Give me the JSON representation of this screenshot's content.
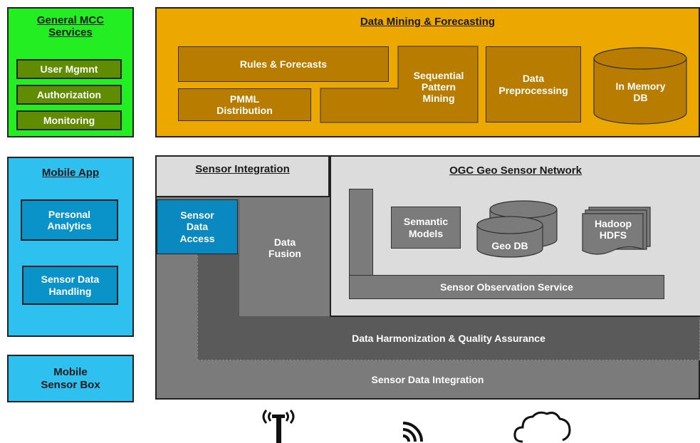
{
  "general_mcc": {
    "title": "General MCC\nServices",
    "items": [
      "User Mgmnt",
      "Authorization",
      "Monitoring"
    ]
  },
  "data_mining": {
    "title": "Data Mining & Forecasting",
    "rules": "Rules & Forecasts",
    "pmml": "PMML\nDistribution",
    "sequential": "Sequential\nPattern\nMining",
    "preprocessing": "Data\nPreprocessing",
    "in_memory_db": "In Memory\nDB"
  },
  "mobile_app": {
    "title": "Mobile App",
    "items": [
      "Personal\nAnalytics",
      "Sensor Data\nHandling"
    ]
  },
  "mobile_sensor_box": "Mobile\nSensor Box",
  "sensor_integration": {
    "title": "Sensor Integration",
    "access": "Sensor\nData\nAccess",
    "fusion": "Data\nFusion"
  },
  "ogc": {
    "title": "OGC Geo Sensor Network",
    "semantic": "Semantic\nModels",
    "geo_db": "Geo DB",
    "hadoop": "Hadoop\nHDFS",
    "sos": "Sensor Observation Service"
  },
  "harmonization": "Data Harmonization & Quality Assurance",
  "sensor_data_integration": "Sensor Data Integration",
  "colors": {
    "mcc": "#22ee22",
    "mining": "#eda800",
    "mobile": "#2ec0ef",
    "stack": "#7b7b7b"
  },
  "icons": [
    "antenna-icon",
    "wifi-icon",
    "cloud-icon"
  ]
}
